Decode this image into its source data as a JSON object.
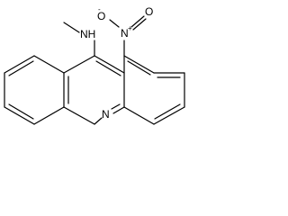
{
  "molecule": {
    "atoms": {
      "amine": "NH",
      "nitro_nitrogen": "N",
      "nitro_oxygen_negative": "O",
      "nitro_oxygen": "O",
      "ring_nitrogen": "N"
    },
    "charges": {
      "nitro_plus": "+",
      "nitro_minus": "-"
    }
  }
}
